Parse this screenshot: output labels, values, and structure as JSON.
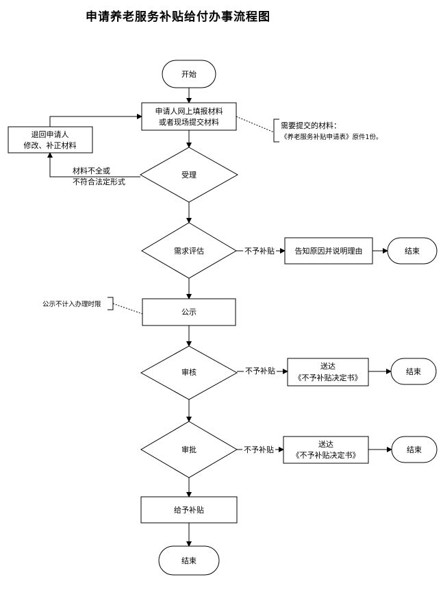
{
  "title": "申请养老服务补贴给付办事流程图",
  "nodes": {
    "start": "开始",
    "submit_line1": "申请人网上填报材料",
    "submit_line2": "或者现场提交材料",
    "return_line1": "退回申请人",
    "return_line2": "修改、补正材料",
    "accept": "受理",
    "assess": "需求评估",
    "notify_reason": "告知原因并说明理由",
    "end_assess": "结束",
    "publicize": "公示",
    "review": "审核",
    "deliver_review_line1": "送达",
    "deliver_review_line2": "《不予补贴决定书》",
    "end_review": "结束",
    "approve": "审批",
    "deliver_approve_line1": "送达",
    "deliver_approve_line2": "《不予补贴决定书》",
    "end_approve": "结束",
    "grant": "给予补贴",
    "end_final": "结束"
  },
  "edge_labels": {
    "incomplete_line1": "材料不全或",
    "incomplete_line2": "不符合法定形式",
    "no_subsidy_assess": "不予补贴",
    "no_subsidy_review": "不予补贴",
    "no_subsidy_approve": "不予补贴"
  },
  "notes": {
    "materials_title": "需要提交的材料：",
    "materials_detail": "《养老服务补贴申请表》原件1份。",
    "publicity_note": "公示不计入办理时限"
  }
}
